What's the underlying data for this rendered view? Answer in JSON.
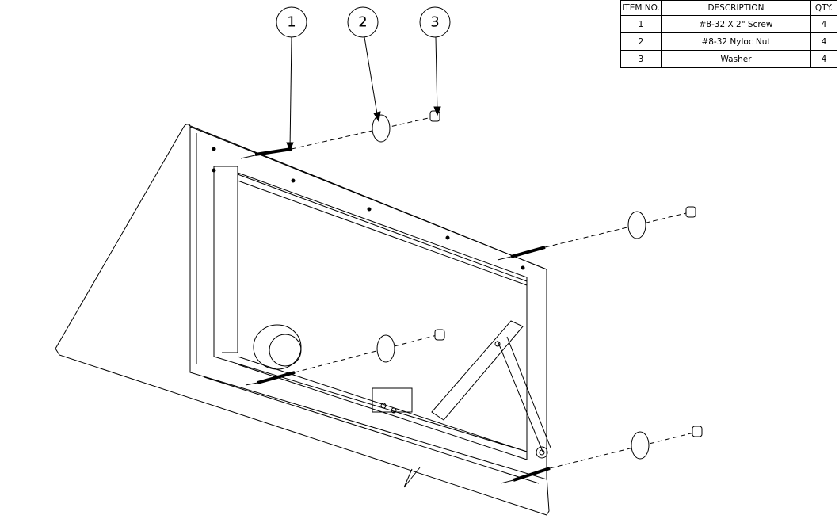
{
  "balloons": [
    {
      "label": "1"
    },
    {
      "label": "2"
    },
    {
      "label": "3"
    }
  ],
  "bom_table": {
    "headers": {
      "item_no": "ITEM NO.",
      "description": "DESCRIPTION",
      "qty": "QTY."
    },
    "rows": [
      {
        "item_no": "1",
        "description": "#8-32 X 2\" Screw",
        "qty": "4"
      },
      {
        "item_no": "2",
        "description": "#8-32 Nyloc Nut",
        "qty": "4"
      },
      {
        "item_no": "3",
        "description": "Washer",
        "qty": "4"
      }
    ]
  }
}
